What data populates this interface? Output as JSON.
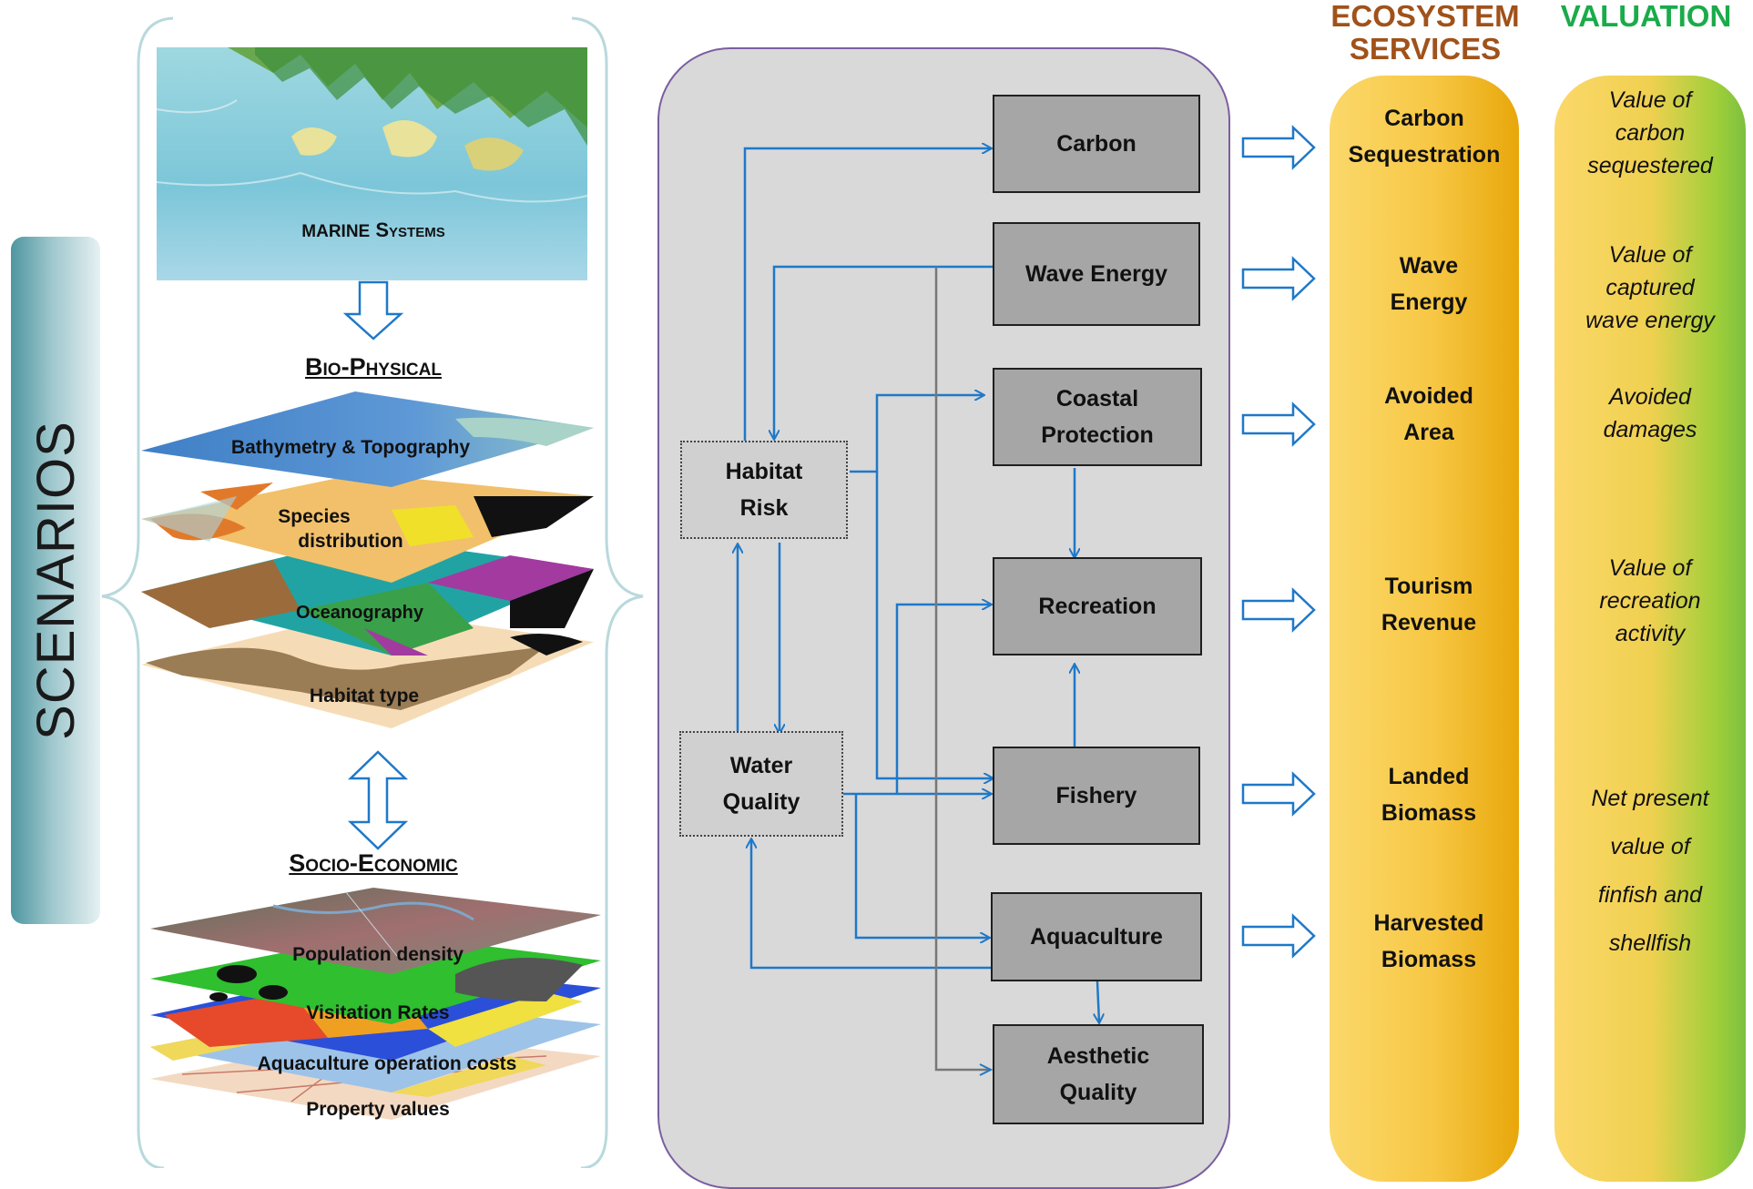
{
  "scenarios": {
    "title": "SCENARIOS"
  },
  "left": {
    "marine_label_caps": "MARINE",
    "marine_label_rest": "Systems",
    "biophysical_heading": "Bio-Physical",
    "biophysical_layers": [
      "Bathymetry  &  Topography",
      "Species",
      "distribution",
      "Oceanography",
      "Habitat type"
    ],
    "socioeconomic_heading": "Socio-Economic",
    "socioeconomic_layers": [
      "Population density",
      "Visitation Rates",
      "Aquaculture operation costs",
      "Property values"
    ]
  },
  "models": {
    "habitat_risk": [
      "Habitat",
      "Risk"
    ],
    "water_quality": [
      "Water",
      "Quality"
    ],
    "carbon": "Carbon",
    "wave_energy": "Wave Energy",
    "coastal_protection": [
      "Coastal",
      "Protection"
    ],
    "recreation": "Recreation",
    "fishery": "Fishery",
    "aquaculture": "Aquaculture",
    "aesthetic_quality": [
      "Aesthetic",
      "Quality"
    ]
  },
  "ecosystem_services": {
    "heading": [
      "ECOSYSTEM",
      "SERVICES"
    ],
    "heading_color": "#a0521a",
    "items": [
      [
        "Carbon",
        "Sequestration"
      ],
      [
        "Wave",
        "Energy"
      ],
      [
        "Avoided",
        "Area"
      ],
      [
        "Tourism",
        "Revenue"
      ],
      [
        "Landed",
        "Biomass"
      ],
      [
        "Harvested",
        "Biomass"
      ]
    ]
  },
  "valuation": {
    "heading": "VALUATION",
    "heading_color": "#1aab4a",
    "items": [
      [
        "Value of",
        "carbon",
        "sequestered"
      ],
      [
        "Value of",
        "captured",
        "wave energy"
      ],
      [
        "Avoided",
        "damages"
      ],
      [
        "Value of",
        "recreation",
        "activity"
      ],
      [
        "Net present",
        "value of",
        "finfish and",
        "shellfish"
      ]
    ]
  },
  "colors": {
    "arrow": "#1f78c8",
    "box": "#a6a6a6",
    "panel": "#d9d9d9",
    "panel_border": "#7b5ea0"
  }
}
